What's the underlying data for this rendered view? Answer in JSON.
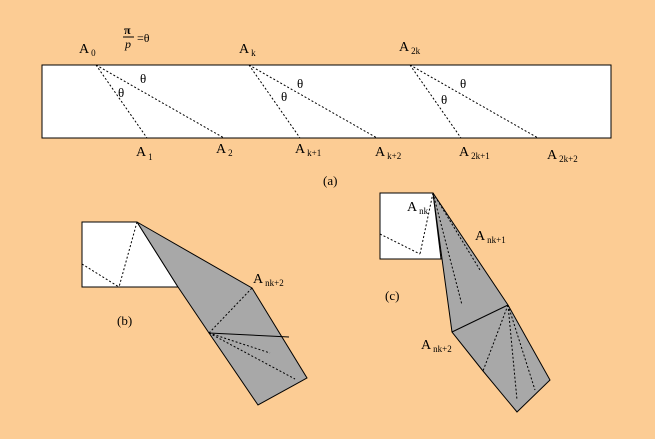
{
  "formula": {
    "numerator": "π",
    "denominator": "p",
    "equals_theta": "=θ"
  },
  "theta": "θ",
  "strip_labels": {
    "top": [
      {
        "main": "A",
        "sub": "0"
      },
      {
        "main": "A",
        "sub": "k"
      },
      {
        "main": "A",
        "sub": "2k"
      }
    ],
    "bottom": [
      {
        "main": "A",
        "sub": "1"
      },
      {
        "main": "A",
        "sub": "2"
      },
      {
        "main": "A",
        "sub": "k+1"
      },
      {
        "main": "A",
        "sub": "k+2"
      },
      {
        "main": "A",
        "sub": "2k+1"
      },
      {
        "main": "A",
        "sub": "2k+2"
      }
    ]
  },
  "fold_b_labels": [
    {
      "main": "A",
      "sub": "nk+2"
    }
  ],
  "fold_c_labels": [
    {
      "main": "A",
      "sub": "nk"
    },
    {
      "main": "A",
      "sub": "nk+1"
    },
    {
      "main": "A",
      "sub": "nk+2"
    }
  ],
  "captions": {
    "a": "(a)",
    "b": "(b)",
    "c": "(c)"
  },
  "colors": {
    "background": "#fccc94",
    "paper": "#ffffff",
    "folded": "#a8a8a8",
    "stroke": "#000000"
  }
}
